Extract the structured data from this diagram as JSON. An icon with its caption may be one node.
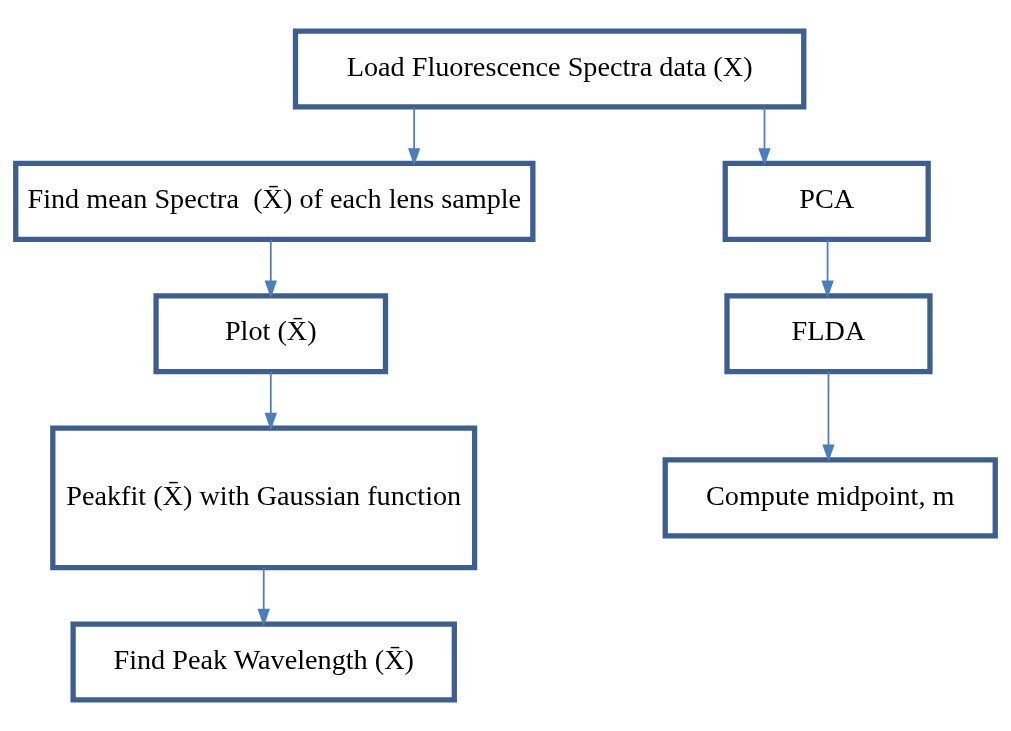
{
  "diagram": {
    "nodes": [
      {
        "text": [
          "Load Fluorescence Spectra data (X)"
        ]
      },
      {
        "text": [
          "Find mean Spectra  (X̄) of each lens sample"
        ]
      },
      {
        "text": [
          "Plot (X̄)"
        ]
      },
      {
        "text": [
          "Peakfit (X̄) with Gaussian function"
        ]
      },
      {
        "text": [
          "Find Peak Wavelength (X̄)"
        ]
      },
      {
        "text": [
          "PCA"
        ]
      },
      {
        "text": [
          "FLDA"
        ]
      },
      {
        "text": [
          "Compute midpoint, m"
        ]
      }
    ],
    "edges": [
      {
        "from": 0,
        "to": 1,
        "arrow": "to"
      },
      {
        "from": 0,
        "to": 5,
        "arrow": "to"
      },
      {
        "from": 1,
        "to": 2,
        "arrow": "to"
      },
      {
        "from": 2,
        "to": 3,
        "arrow": "to"
      },
      {
        "from": 3,
        "to": 4,
        "arrow": "to"
      },
      {
        "from": 5,
        "to": 6,
        "arrow": "to"
      },
      {
        "from": 6,
        "to": 7,
        "arrow": "to"
      }
    ]
  }
}
